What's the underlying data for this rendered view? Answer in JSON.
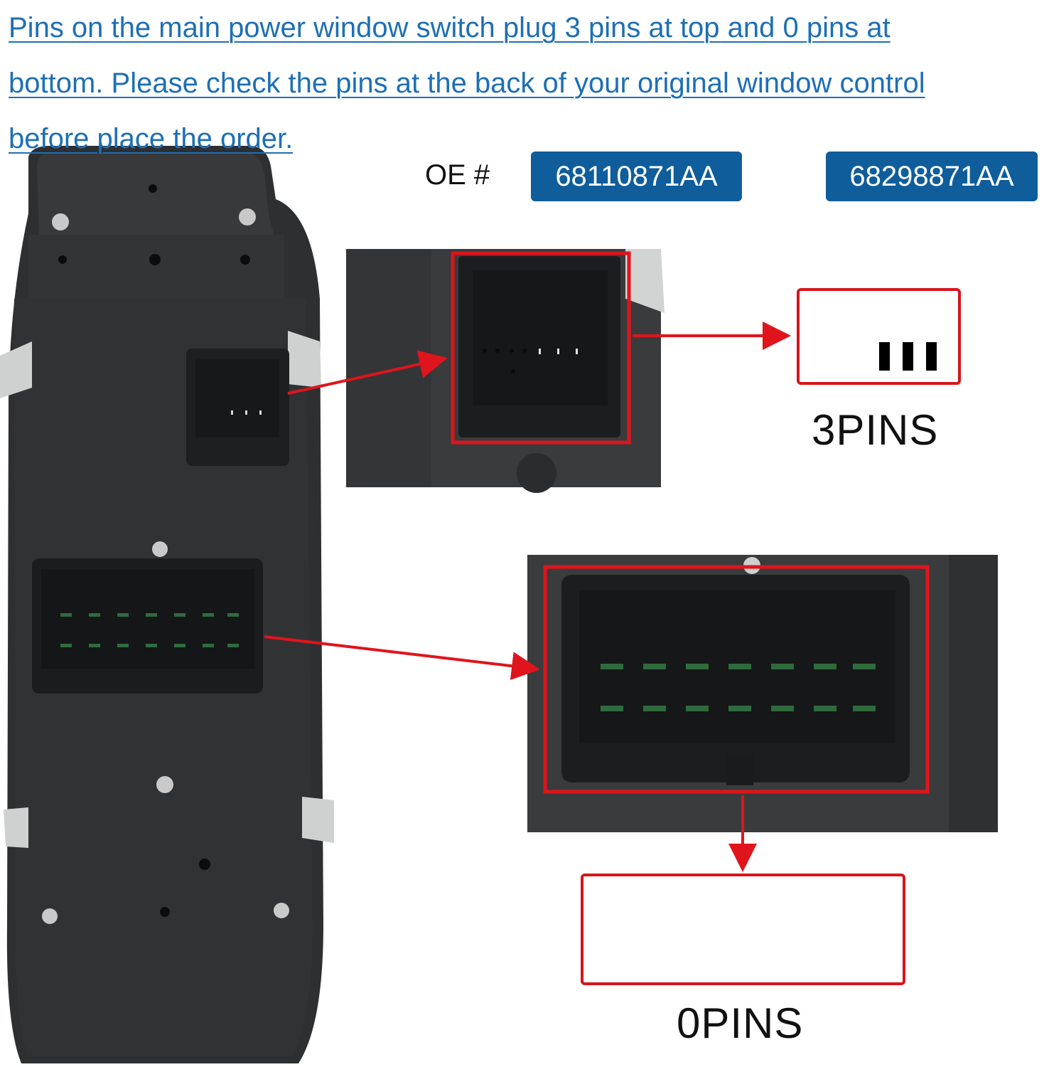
{
  "header": {
    "line1": "Pins on the main power window switch plug 3 pins at top and 0 pins at",
    "line2": "bottom. Please check the pins at the back of your original window control",
    "line3": "before place the order."
  },
  "oe": {
    "label": "OE #",
    "numbers": [
      "68110871AA",
      "68298871AA"
    ]
  },
  "top_plug": {
    "pin_count_label": "3PINS",
    "pins_shown": 3
  },
  "bottom_plug": {
    "pin_count_label": "0PINS",
    "pins_shown": 0
  },
  "colors": {
    "link_blue": "#1e6fb5",
    "badge_blue": "#0f5d9b",
    "highlight_red": "#d8141c",
    "switch_body": "#2b2c2e"
  }
}
